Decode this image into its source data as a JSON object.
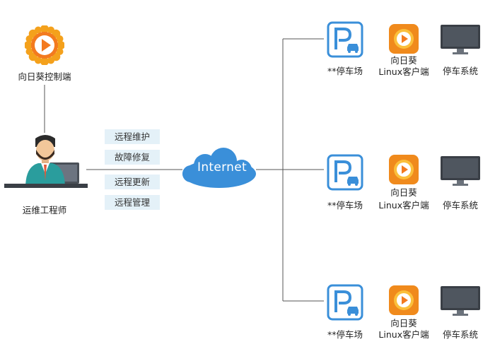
{
  "controller": {
    "label": "向日葵控制端",
    "icon": "sunflower-logo-icon"
  },
  "engineer": {
    "label": "运维工程师",
    "icon": "engineer-at-desk-icon"
  },
  "services": [
    "远程维护",
    "故障修复",
    "远程更新",
    "远程管理"
  ],
  "cloud": {
    "label": "Internet"
  },
  "sites": [
    {
      "parking_label": "**停车场",
      "client_label_line1": "向日葵",
      "client_label_line2": "Linux客户端",
      "system_label": "停车系统"
    },
    {
      "parking_label": "**停车场",
      "client_label_line1": "向日葵",
      "client_label_line2": "Linux客户端",
      "system_label": "停车系统"
    },
    {
      "parking_label": "**停车场",
      "client_label_line1": "向日葵",
      "client_label_line2": "Linux客户端",
      "system_label": "停车系统"
    }
  ],
  "colors": {
    "accent_blue": "#3a8fd9",
    "sunflower_orange": "#f08a1c",
    "cloud_blue": "#3a8fd9",
    "tag_bg": "#e4f1f8"
  }
}
